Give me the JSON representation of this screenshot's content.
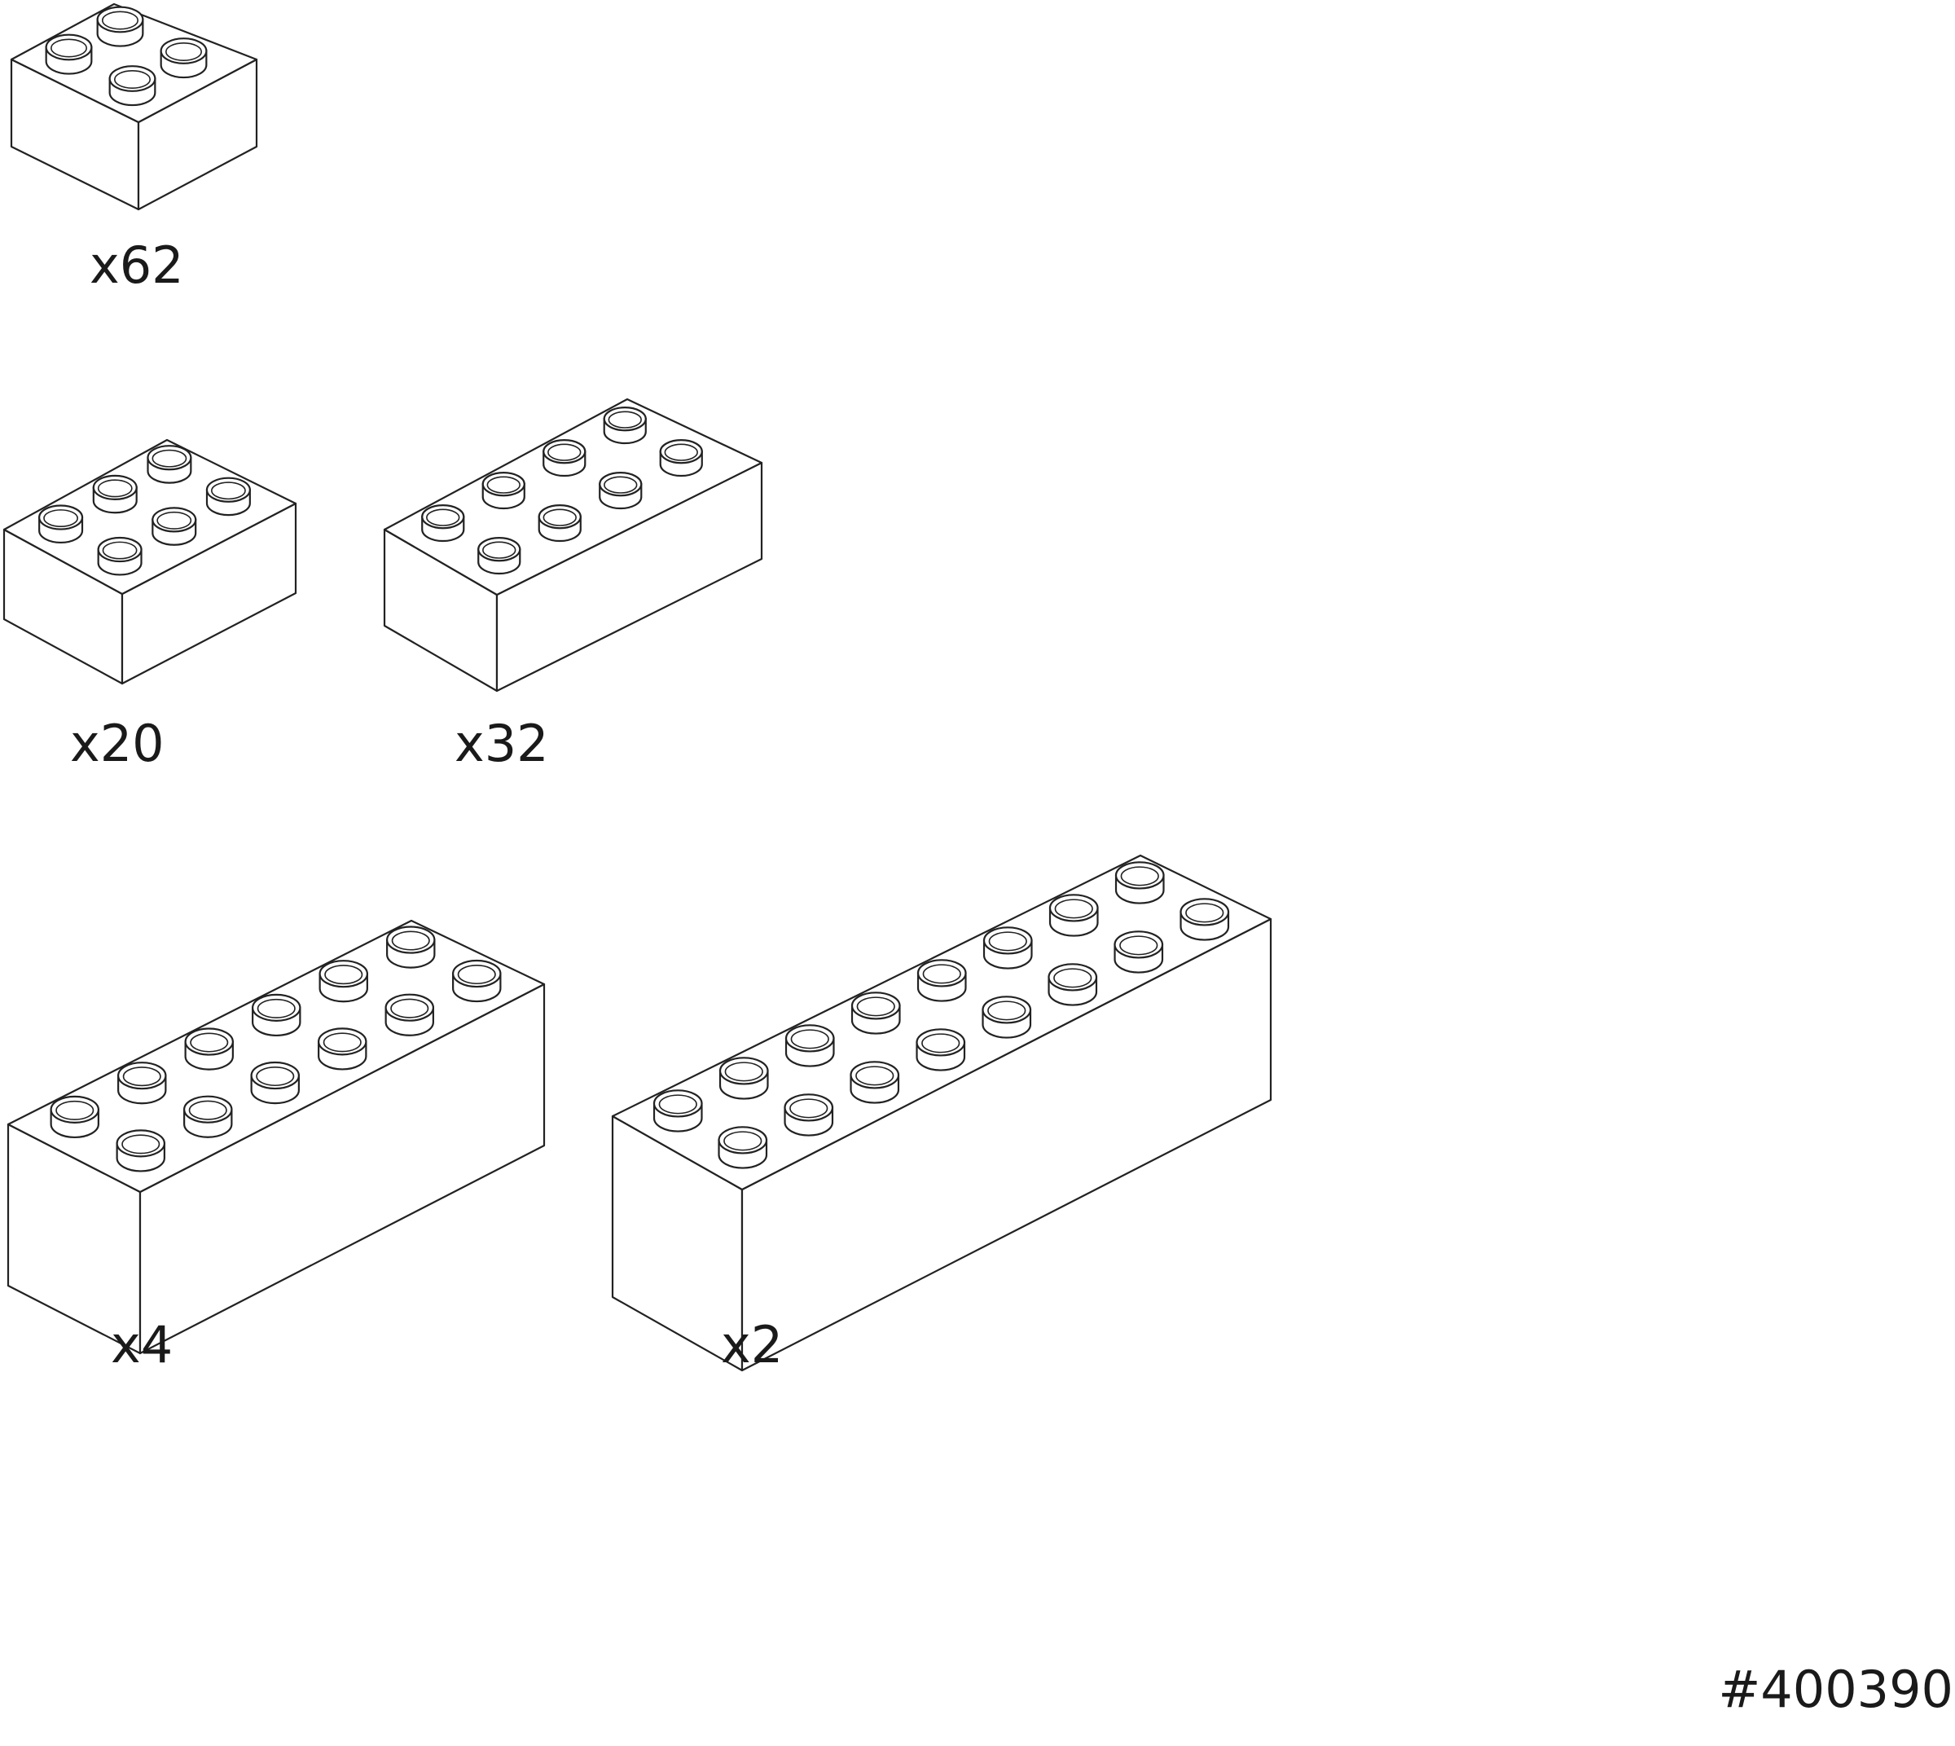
{
  "colors": {
    "outline": "#222222",
    "fill": "#ffffff",
    "text": "#1a1a1a"
  },
  "bricks": [
    {
      "studs": "2x2",
      "quantity": "x62"
    },
    {
      "studs": "2x3",
      "quantity": "x20"
    },
    {
      "studs": "2x4",
      "quantity": "x32"
    },
    {
      "studs": "2x6",
      "quantity": "x4"
    },
    {
      "studs": "2x8",
      "quantity": "x2"
    }
  ],
  "part_number": "#400390"
}
